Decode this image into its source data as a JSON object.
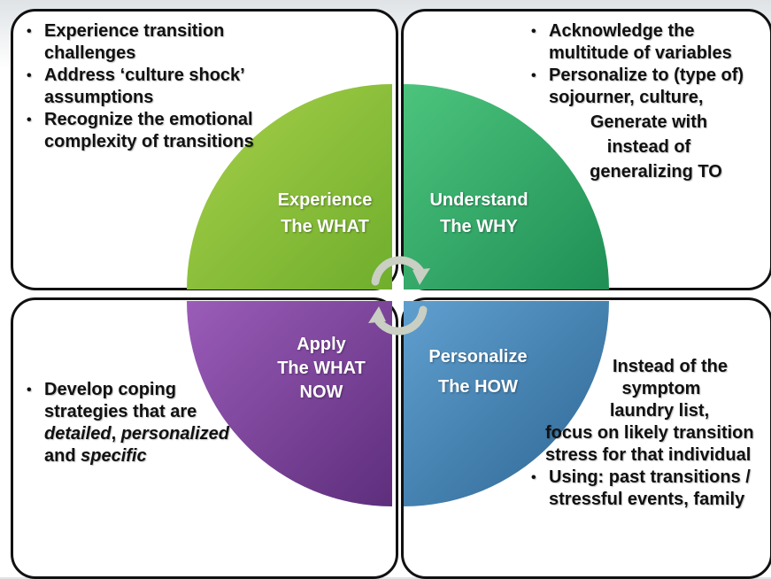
{
  "quadrants": {
    "top_left": {
      "label_line1": "Experience",
      "label_line2": "The WHAT",
      "color": "#8dc63f",
      "bullets": [
        "Experience transition challenges",
        "Address ‘culture shock’ assumptions",
        "Recognize the emotional complexity of transitions"
      ]
    },
    "top_right": {
      "label_line1": "Understand",
      "label_line2": "The WHY",
      "color": "#2aa96a",
      "bullet1": "Acknowledge the multitude of variables",
      "bullet2": "Personalize to (type of) sojourner, culture,",
      "line_a": "Generate with",
      "line_b": "instead of",
      "line_c": "generalizing TO"
    },
    "bottom_left": {
      "label_line1": "Apply",
      "label_line2": "The WHAT",
      "label_line3": "NOW",
      "color": "#7a3f96",
      "bullet_a": "Develop coping strategies that are ",
      "italic_1": "detailed",
      "sep_1": ", ",
      "italic_2": "personalized",
      "sep_2": " and ",
      "italic_3": "specific"
    },
    "bottom_right": {
      "label_line1": "Personalize",
      "label_line2": "The HOW",
      "color": "#3a79a8",
      "line_a": "Instead of the",
      "line_b": "symptom",
      "line_c": "laundry list,",
      "line_d": "focus on likely transition stress for that individual",
      "bullet2": "Using:  past transitions / stressful events, family"
    }
  }
}
